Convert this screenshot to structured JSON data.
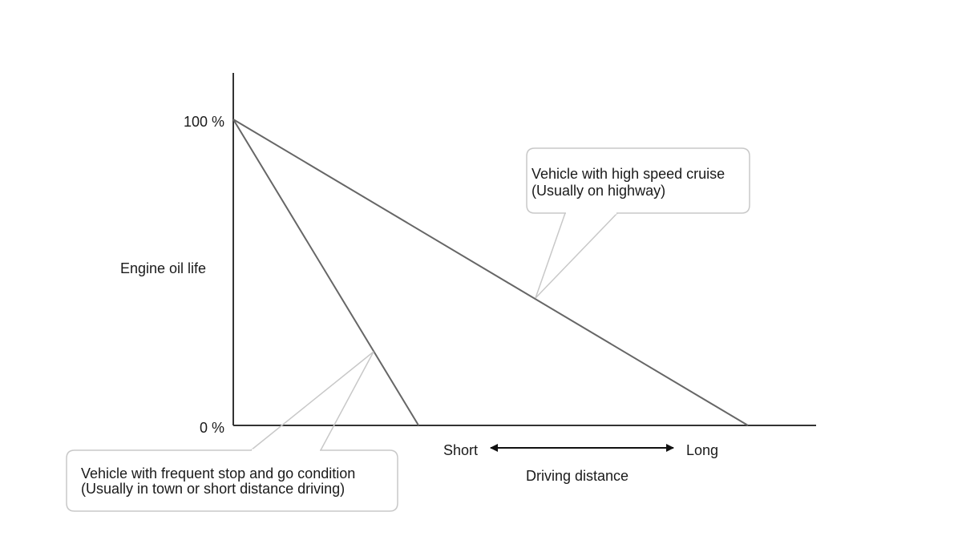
{
  "chart_data": {
    "type": "line",
    "title": "",
    "xlabel": "Driving distance",
    "x_direction": {
      "start": "Short",
      "end": "Long"
    },
    "ylabel": "Engine oil life",
    "y_ticks": [
      "100 %",
      "0 %"
    ],
    "ylim": [
      0,
      100
    ],
    "grid": false,
    "series": [
      {
        "name": "",
        "points": [
          {
            "x": 0,
            "y": 100
          },
          {
            "x": 0.36,
            "y": 0
          }
        ]
      },
      {
        "name": "",
        "points": [
          {
            "x": 0,
            "y": 100
          },
          {
            "x": 1.0,
            "y": 0
          }
        ]
      }
    ],
    "annotations": [
      {
        "line1": "Vehicle with high speed cruise",
        "line2": "(Usually on highway)"
      },
      {
        "line1": "Vehicle with frequent stop and go condition",
        "line2": "(Usually in town or short distance driving)"
      }
    ],
    "colors": {
      "axis": "#333333",
      "series": "#666666",
      "callout_border": "#c8c8c8"
    }
  }
}
